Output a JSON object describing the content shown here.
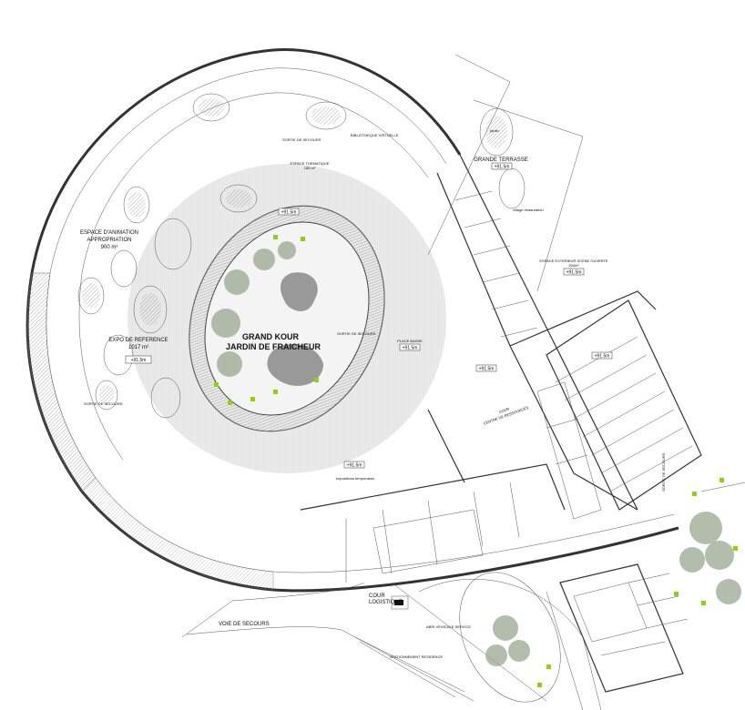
{
  "plan": {
    "garden": {
      "title_line1": "GRAND KOUR",
      "title_line2": "JARDIN DE FRAICHEUR"
    },
    "zones": [
      {
        "id": "animation",
        "line1": "ESPACE D'ANIMATION",
        "line2": "APPROPRIATION",
        "area": "900 m²",
        "level": ""
      },
      {
        "id": "expo",
        "line1": "EXPO DE REFERENCE",
        "line2": "",
        "area": "1017 m²",
        "level": "+91.5m"
      },
      {
        "id": "thematique",
        "line1": "ESPACE THEMATIQUE",
        "line2": "",
        "area": "185 m²",
        "level": ""
      },
      {
        "id": "terrasse",
        "line1": "GRANDE TERRASSE",
        "line2": "",
        "area": "",
        "level": "+91.5m"
      },
      {
        "id": "scene",
        "line1": "ESPACE EXTERIEUR SCENE OUVERTE",
        "line2": "",
        "area": "200m²",
        "level": "+91.5m"
      },
      {
        "id": "place",
        "line1": "PLACE BASSE",
        "line2": "",
        "area": "",
        "level": "+91.5m"
      },
      {
        "id": "cour-centre",
        "line1": "COUR",
        "line2": "CENTRE DE RESSOURCES",
        "area": "",
        "level": ""
      },
      {
        "id": "cour-log",
        "line1": "COUR",
        "line2": "LOGISTIQUE",
        "area": "",
        "level": ""
      },
      {
        "id": "voie",
        "line1": "VOIE DE SECOURS",
        "line2": "",
        "area": "",
        "level": ""
      },
      {
        "id": "expo-temp",
        "line1": "expositions temporaires",
        "line2": "",
        "area": "",
        "level": "+91.5m"
      }
    ],
    "small_labels": {
      "sortie1": "SORTIE DE SECOURS",
      "sortie2": "SORTIE DE SECOURS",
      "sortie3": "SORTIE DE SECOURS",
      "sortie4": "SORTIE DE SECOURS",
      "biblio": "BIBLIOTHEQUE VIRTUELLE",
      "stationnement": "STATIONNEMENT RESIDENCE",
      "abri": "ABRI VEHICULE SERVICE",
      "jardin": "jardin",
      "village": "village restauration",
      "level_top": "+91.5m",
      "level_right": "+91.5m",
      "level_cour": "+91.5m"
    }
  }
}
